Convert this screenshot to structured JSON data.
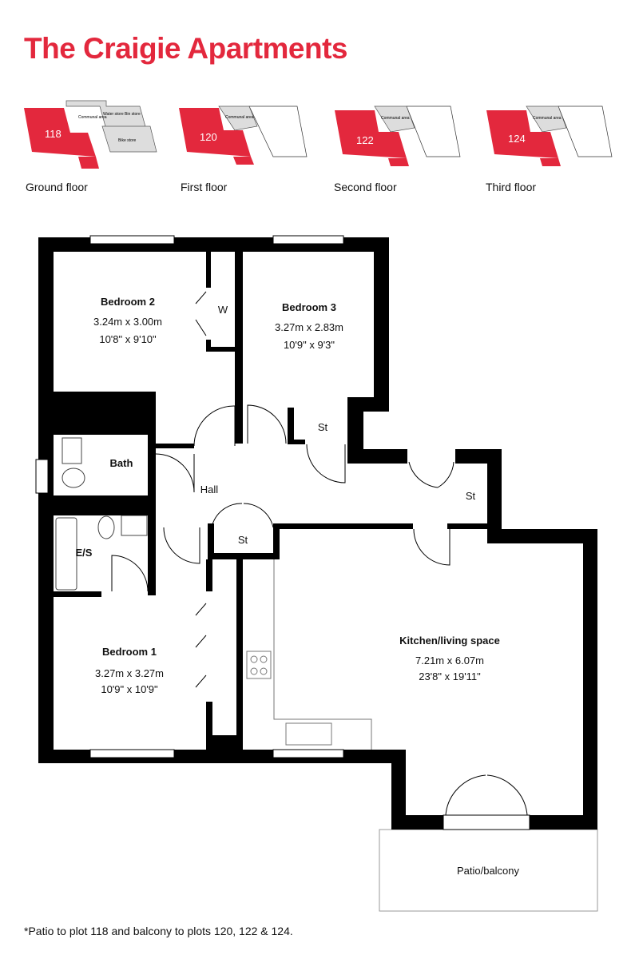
{
  "title": "The Craigie Apartments",
  "accent_color": "#e3283d",
  "key_plans": [
    {
      "label": "Ground floor",
      "plot": "118",
      "areas": [
        "Communal area",
        "Water store",
        "Bin store",
        "Bike store"
      ]
    },
    {
      "label": "First floor",
      "plot": "120",
      "areas": [
        "Communal area"
      ]
    },
    {
      "label": "Second floor",
      "plot": "122",
      "areas": [
        "Communal area"
      ]
    },
    {
      "label": "Third floor",
      "plot": "124",
      "areas": [
        "Communal area"
      ]
    }
  ],
  "rooms": {
    "bedroom2": {
      "name": "Bedroom 2",
      "metric": "3.24m x 3.00m",
      "imperial": "10'8\" x 9'10\""
    },
    "bedroom3": {
      "name": "Bedroom 3",
      "metric": "3.27m x 2.83m",
      "imperial": "10'9\" x 9'3\""
    },
    "bedroom1": {
      "name": "Bedroom 1",
      "metric": "3.27m x 3.27m",
      "imperial": "10'9\" x 10'9\""
    },
    "kitchen": {
      "name": "Kitchen/living space",
      "metric": "7.21m x 6.07m",
      "imperial": "23'8\" x 19'11\""
    },
    "wardrobe": "W",
    "store1": "St",
    "store2": "St",
    "store3": "St",
    "bath": "Bath",
    "hall": "Hall",
    "ensuite": "E/S",
    "patio": "Patio/balcony"
  },
  "footnote": "*Patio to plot 118 and balcony to plots 120, 122 & 124."
}
